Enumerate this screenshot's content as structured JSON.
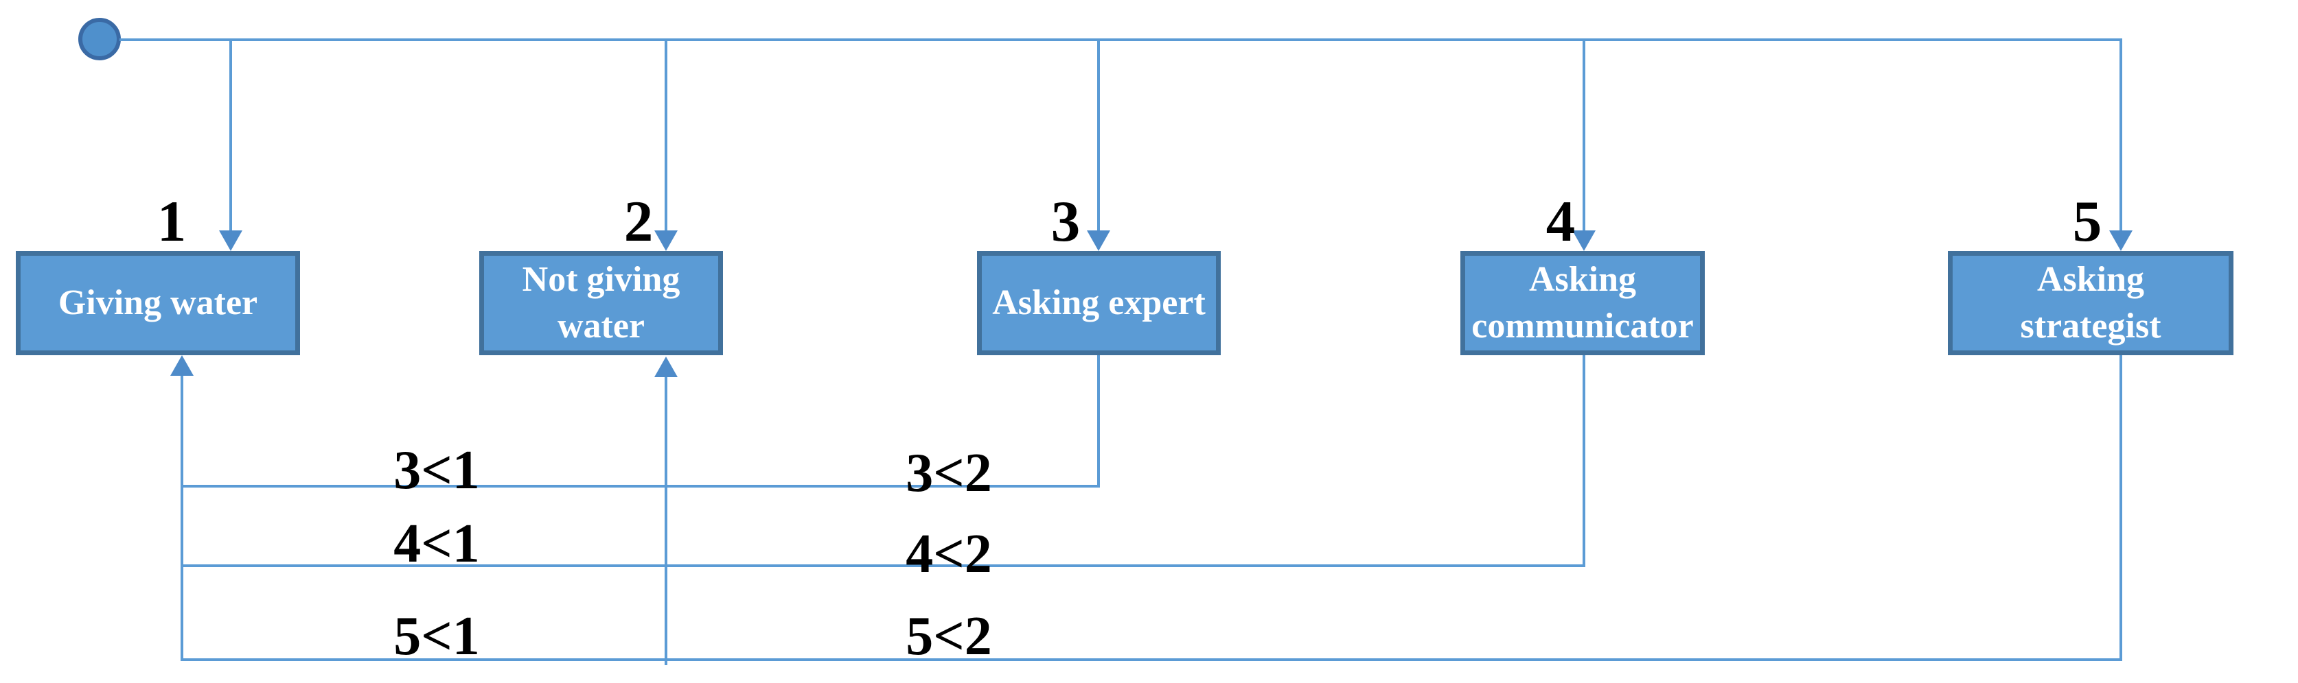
{
  "diagram": {
    "type": "activity-flow-diagram",
    "start": {
      "shape": "filled-circle"
    },
    "activities": [
      {
        "number": "1",
        "label": "Giving water"
      },
      {
        "number": "2",
        "label": "Not giving\nwater"
      },
      {
        "number": "3",
        "label": "Asking expert"
      },
      {
        "number": "4",
        "label": "Asking\ncommunicator"
      },
      {
        "number": "5",
        "label": "Asking\nstrategist"
      }
    ],
    "feedback": [
      {
        "from": "3",
        "labels": [
          "3<1",
          "3<2"
        ]
      },
      {
        "from": "4",
        "labels": [
          "4<1",
          "4<2"
        ]
      },
      {
        "from": "5",
        "labels": [
          "5<1",
          "5<2"
        ]
      }
    ],
    "connections": [
      "start->1",
      "start->2",
      "start->3",
      "start->4",
      "start->5",
      "3->1",
      "3->2",
      "4->1",
      "4->2",
      "5->1",
      "5->2"
    ],
    "colors": {
      "line": "#5b9bd5",
      "arrow": "#4e8bc9",
      "box_fill": "#5b9bd5",
      "box_border": "#41719c",
      "box_text": "#ffffff",
      "label_text": "#000000",
      "circle_fill": "#4f90cc",
      "circle_border": "#3a6aa5"
    }
  }
}
